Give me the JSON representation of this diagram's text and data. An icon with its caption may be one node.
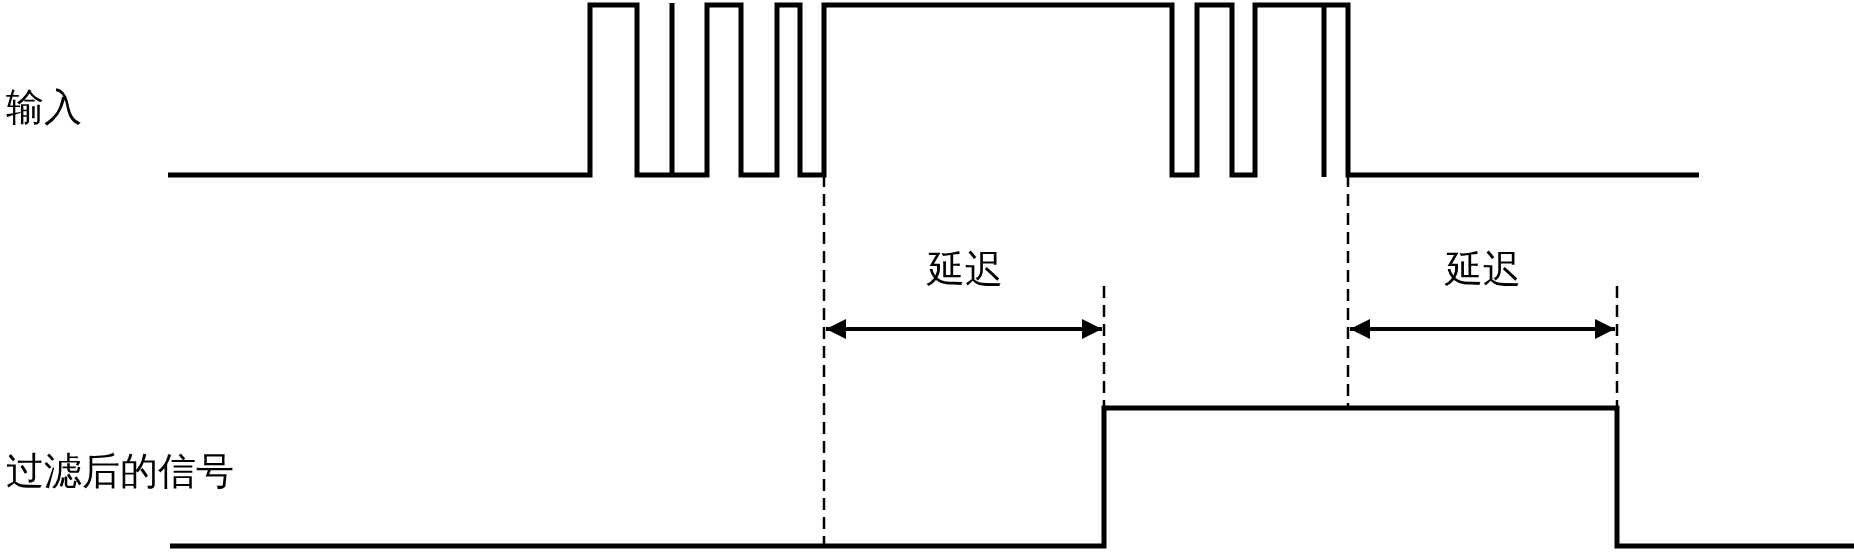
{
  "diagram": {
    "labels": [
      "输入",
      "延迟",
      "延迟",
      "过滤后的信号"
    ]
  }
}
